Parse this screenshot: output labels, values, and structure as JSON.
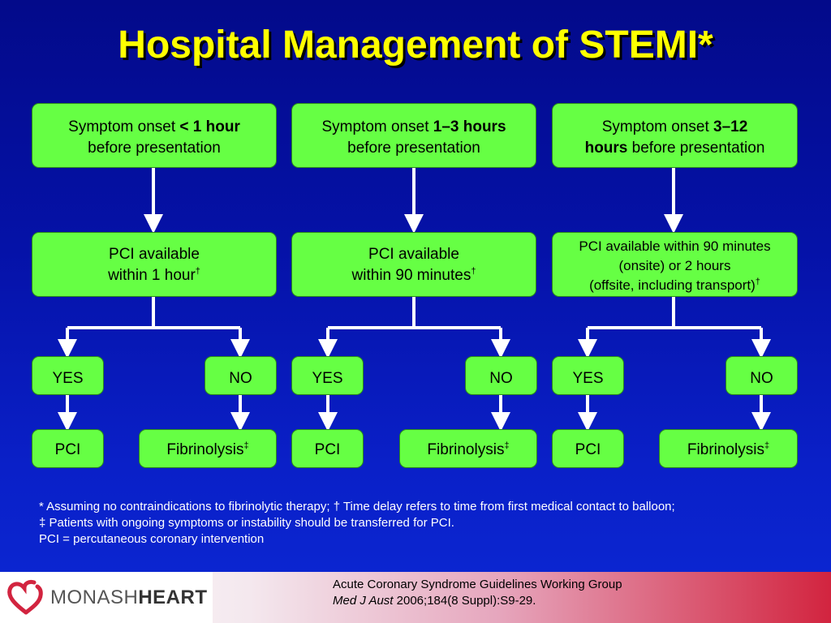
{
  "title": "Hospital Management of STEMI*",
  "columns": [
    {
      "onset_prefix": "Symptom onset ",
      "onset_bold": "< 1 hour",
      "onset_suffix": "before presentation",
      "pci_line1": "PCI available",
      "pci_line2": "within 1 hour",
      "pci_mark": "†",
      "yes": "YES",
      "no": "NO",
      "yes_result": "PCI",
      "no_result": "Fibrinolysis",
      "no_mark": "‡"
    },
    {
      "onset_prefix": "Symptom onset ",
      "onset_bold": "1–3 hours",
      "onset_suffix": "before presentation",
      "pci_line1": "PCI available",
      "pci_line2": "within 90 minutes",
      "pci_mark": "†",
      "yes": "YES",
      "no": "NO",
      "yes_result": "PCI",
      "no_result": "Fibrinolysis",
      "no_mark": "‡"
    },
    {
      "onset_prefix": "Symptom onset ",
      "onset_bold_1": "3–12",
      "onset_bold_2": "hours",
      "onset_suffix": " before presentation",
      "pci_line1": "PCI available within 90 minutes",
      "pci_line2": "(onsite) or 2 hours",
      "pci_line3": "(offsite, including transport)",
      "pci_mark": "†",
      "yes": "YES",
      "no": "NO",
      "yes_result": "PCI",
      "no_result": "Fibrinolysis",
      "no_mark": "‡"
    }
  ],
  "footnotes": [
    "* Assuming no contraindications to fibrinolytic therapy; † Time delay refers to time from first medical contact to balloon;",
    "‡ Patients with ongoing symptoms or instability should be transferred for PCI.",
    "PCI = percutaneous coronary intervention"
  ],
  "logo": {
    "light": "MONASH",
    "bold": "HEART",
    "icon": "heart-icon"
  },
  "reference": {
    "line1": "Acute Coronary Syndrome Guidelines Working Group",
    "journal": "Med J Aust",
    "citation": " 2006;184(8 Suppl):S9-29."
  },
  "colors": {
    "background": "#0512a8",
    "title": "#ffff00",
    "box": "#66ff44",
    "lines": "#ffffff",
    "logo_red": "#d2243f"
  }
}
